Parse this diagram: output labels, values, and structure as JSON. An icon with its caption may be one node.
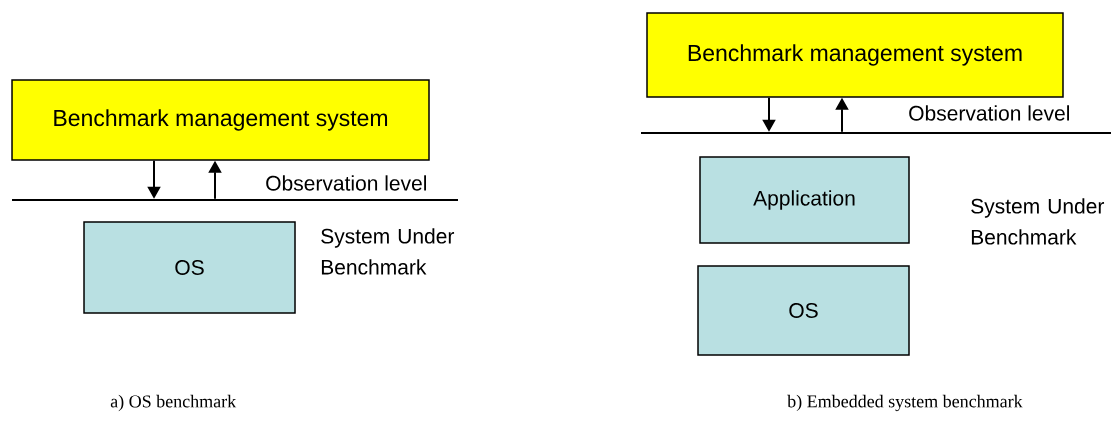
{
  "diagram": {
    "nodes": [
      {
        "text": [
          "Benchmark management system"
        ]
      },
      {
        "text": [],
        "shape": "line",
        "beside": [
          "Observation level"
        ]
      },
      {
        "text": [
          "OS"
        ]
      },
      {
        "text": [
          "Benchmark management system"
        ]
      },
      {
        "text": [],
        "shape": "line",
        "beside": [
          "Observation level"
        ]
      },
      {
        "text": [
          "Application"
        ]
      },
      {
        "text": [
          "OS"
        ]
      }
    ],
    "edges": [
      {
        "from": 0,
        "to": 1,
        "arrow": "to"
      },
      {
        "from": 1,
        "to": 0,
        "arrow": "to"
      },
      {
        "from": 3,
        "to": 4,
        "arrow": "to"
      },
      {
        "from": 4,
        "to": 3,
        "arrow": "to"
      }
    ],
    "labels": [
      "System Under Benchmark",
      "System Under Benchmark",
      "a) OS benchmark",
      "b) Embedded system benchmark"
    ]
  }
}
